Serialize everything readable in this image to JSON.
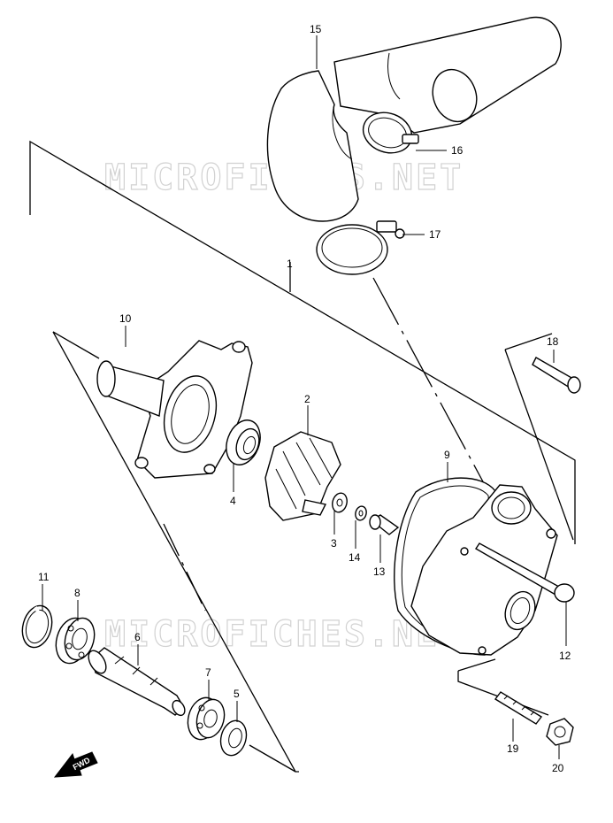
{
  "watermark": "MICROFICHES.NET",
  "fwd_label": "FWD",
  "callouts": {
    "c1": "1",
    "c2": "2",
    "c3": "3",
    "c4": "4",
    "c5": "5",
    "c6": "6",
    "c7": "7",
    "c8": "8",
    "c9": "9",
    "c10": "10",
    "c11": "11",
    "c12": "12",
    "c13": "13",
    "c14": "14",
    "c15": "15",
    "c16": "16",
    "c17": "17",
    "c18": "18",
    "c19": "19",
    "c20": "20"
  }
}
